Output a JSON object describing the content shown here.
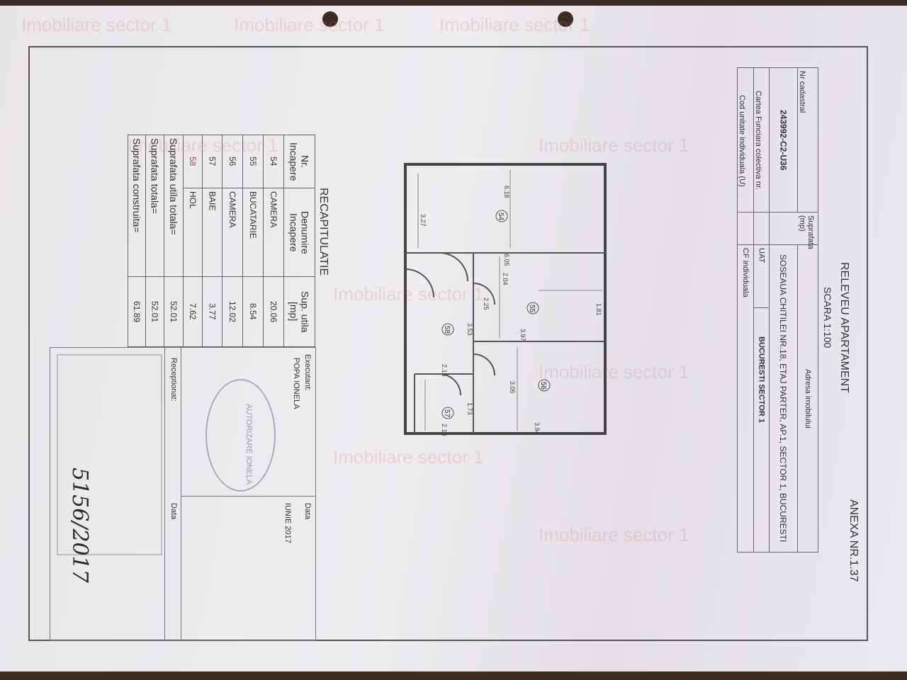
{
  "watermark": "Imobiliare sector 1",
  "header": {
    "anexa": "ANEXA NR.1.37",
    "title": "RELEVEU APARTAMENT",
    "scale": "SCARA 1:100",
    "nr_cadastral_label": "Nr cadastral",
    "nr_cadastral_value": "243992-C2-U36",
    "suprafata_label": "Suprafata (mp)",
    "adresa_label": "Adresa imobilului",
    "adresa_value": "SOSEAUA CHITILEI NR.18, ETAJ PARTER, AP.1, SECTOR 1, BUCURESTI",
    "carte_funciara_label": "Cartea Funciara colectiva nr.",
    "uat_label": "UAT",
    "uat_value": "BUCURESTI SECTOR 1",
    "cod_unitate_label": "Cod unitate individuala (U)",
    "cf_individuala_label": "CF individuala"
  },
  "recap": {
    "title": "RECAPITULATIE",
    "col_nr": "Nr. Incapere",
    "col_denumire": "Denumire Incapere",
    "col_sup": "Sup. utila [mp]",
    "rows": [
      {
        "nr": "54",
        "name": "CAMERA",
        "area": "20.06"
      },
      {
        "nr": "55",
        "name": "BUCATARIE",
        "area": "8.54"
      },
      {
        "nr": "56",
        "name": "CAMERA",
        "area": "12.02"
      },
      {
        "nr": "57",
        "name": "BAIE",
        "area": "3.77"
      },
      {
        "nr": "58",
        "name": "HOL",
        "area": "7.62"
      }
    ],
    "totals": [
      {
        "label": "Suprafata utila totala=",
        "value": "52.01"
      },
      {
        "label": "Suprafata totala=",
        "value": "52.01"
      },
      {
        "label": "Suprafata construita=",
        "value": "61.89"
      }
    ]
  },
  "signatures": {
    "executant_label": "Executant:",
    "executant_name": "POPA IONELA",
    "data_label": "Data",
    "data_value": "IUNIE 2017",
    "receptionat_label": "Receptionat:",
    "data2_label": "Data",
    "stamp_text": "AUTORIZARE IONELA",
    "handwritten": "5156/2017"
  },
  "plan": {
    "rooms": [
      "54",
      "55",
      "56",
      "57",
      "58"
    ],
    "dims": [
      "6.18",
      "3.27",
      "6.05",
      "2.04",
      "1.81",
      "2.25",
      "3.97",
      "3.53",
      "3.05",
      "2.16",
      "1.73",
      "3.94",
      "2.18"
    ]
  }
}
